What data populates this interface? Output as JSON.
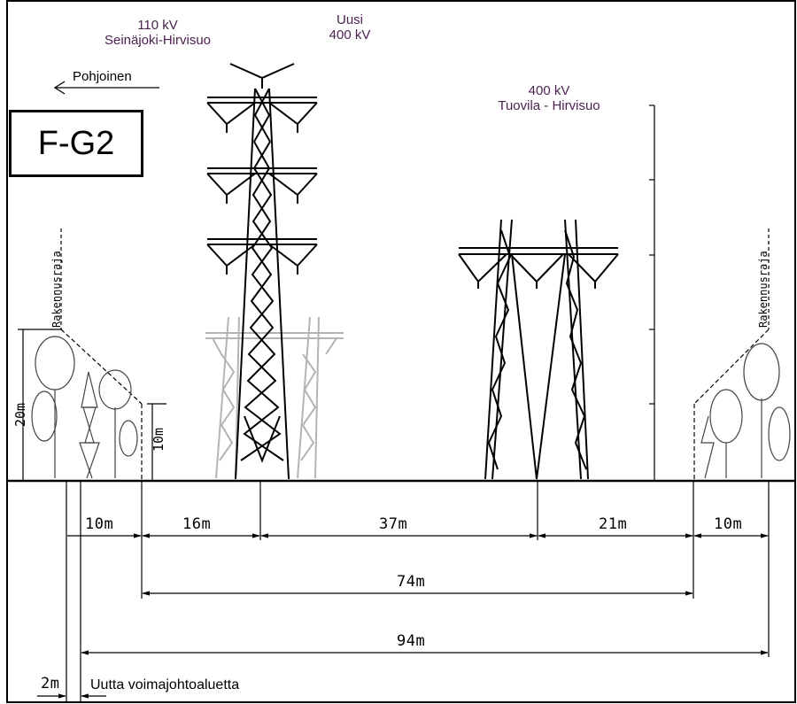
{
  "labels": {
    "line_110": "110 kV",
    "line_110_route": "Seinäjoki-Hirvisuo",
    "new_line_word": "Uusi",
    "new_line_voltage": "400 kV",
    "line_400": "400 kV",
    "line_400_route": "Tuovila - Hirvisuo",
    "north_label": "Pohjoinen",
    "section_id": "F-G2",
    "building_limit_left": "Rakennusraja",
    "building_limit_right": "Rakennusraja",
    "new_area_caption": "Uutta voimajohtoaluetta"
  },
  "dimensions": {
    "tree_height_left": "20m",
    "tree_height_edge": "10m",
    "d_left_zone": "10m",
    "d_16": "16m",
    "d_37": "37m",
    "d_21": "21m",
    "d_right_zone": "10m",
    "d_total_74": "74m",
    "d_total_94": "94m",
    "d_extra_2": "2m"
  },
  "colors": {
    "line": "#000000",
    "ghost_tower": "#b4b4b4",
    "label_purple": "#4b1f4f"
  }
}
